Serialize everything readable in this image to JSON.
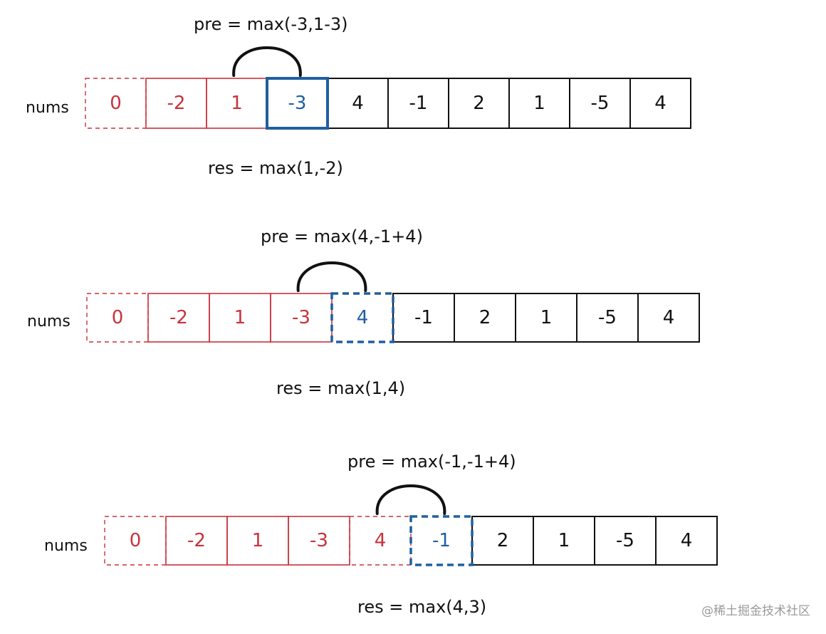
{
  "colors": {
    "red": "#c8323c",
    "blue": "#1f5fa0",
    "black": "#111111"
  },
  "rows": [
    {
      "pre_label": "pre = max(-3,1-3)",
      "res_label": "res = max(1,-2)",
      "nums_label": "nums",
      "cells": [
        {
          "value": "0",
          "style": "red-dashed"
        },
        {
          "value": "-2",
          "style": "red"
        },
        {
          "value": "1",
          "style": "red"
        },
        {
          "value": "-3",
          "style": "blue-bold"
        },
        {
          "value": "4",
          "style": "black"
        },
        {
          "value": "-1",
          "style": "black"
        },
        {
          "value": "2",
          "style": "black"
        },
        {
          "value": "1",
          "style": "black"
        },
        {
          "value": "-5",
          "style": "black"
        },
        {
          "value": "4",
          "style": "black"
        }
      ],
      "arc_from": 2,
      "arc_to": 3
    },
    {
      "pre_label": "pre = max(4,-1+4)",
      "res_label": "res = max(1,4)",
      "nums_label": "nums",
      "cells": [
        {
          "value": "0",
          "style": "red-dashed"
        },
        {
          "value": "-2",
          "style": "red"
        },
        {
          "value": "1",
          "style": "red"
        },
        {
          "value": "-3",
          "style": "red"
        },
        {
          "value": "4",
          "style": "blue-dashed"
        },
        {
          "value": "-1",
          "style": "black"
        },
        {
          "value": "2",
          "style": "black"
        },
        {
          "value": "1",
          "style": "black"
        },
        {
          "value": "-5",
          "style": "black"
        },
        {
          "value": "4",
          "style": "black"
        }
      ],
      "arc_from": 3,
      "arc_to": 4
    },
    {
      "pre_label": "pre = max(-1,-1+4)",
      "res_label": "res = max(4,3)",
      "nums_label": "nums",
      "cells": [
        {
          "value": "0",
          "style": "red-dashed"
        },
        {
          "value": "-2",
          "style": "red"
        },
        {
          "value": "1",
          "style": "red"
        },
        {
          "value": "-3",
          "style": "red"
        },
        {
          "value": "4",
          "style": "red-dashed"
        },
        {
          "value": "-1",
          "style": "blue-dashed"
        },
        {
          "value": "2",
          "style": "black"
        },
        {
          "value": "1",
          "style": "black"
        },
        {
          "value": "-5",
          "style": "black"
        },
        {
          "value": "4",
          "style": "black"
        }
      ],
      "arc_from": 4,
      "arc_to": 5
    }
  ],
  "watermark": "@稀土掘金技术社区"
}
